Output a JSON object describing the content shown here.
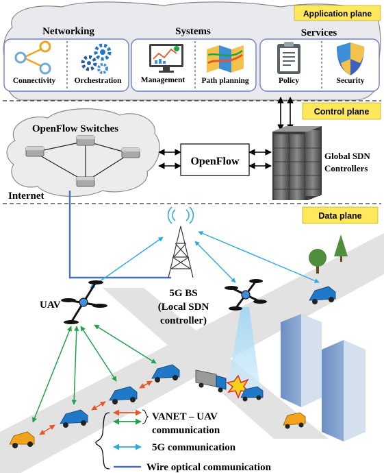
{
  "planes": {
    "application": "Application plane",
    "control": "Control plane",
    "data": "Data plane"
  },
  "app_groups": {
    "networking": "Networking",
    "systems": "Systems",
    "services": "Services"
  },
  "app_items": {
    "connectivity": "Connectivity",
    "orchestration": "Orchestration",
    "management": "Management",
    "path_planning": "Path planning",
    "policy": "Policy",
    "security": "Security"
  },
  "control": {
    "switches": "OpenFlow Switches",
    "internet": "Internet",
    "openflow": "OpenFlow",
    "controllers_line1": "Global SDN",
    "controllers_line2": "Controllers"
  },
  "data_plane": {
    "bs_line1": "5G BS",
    "bs_line2": "(Local SDN",
    "bs_line3": "controller)",
    "uav": "UAV"
  },
  "legend": {
    "vanet_line1": "VANET – UAV",
    "vanet_line2": "communication",
    "fiveg": "5G communication",
    "wire": "Wire optical communication"
  },
  "colors": {
    "vanet_red": "#e8552a",
    "vanet_green": "#1fa24a",
    "fiveg_blue": "#29a9e0",
    "wire_blue": "#4a6fb5",
    "car_blue": "#1f78c8",
    "car_orange": "#f2a21b"
  }
}
